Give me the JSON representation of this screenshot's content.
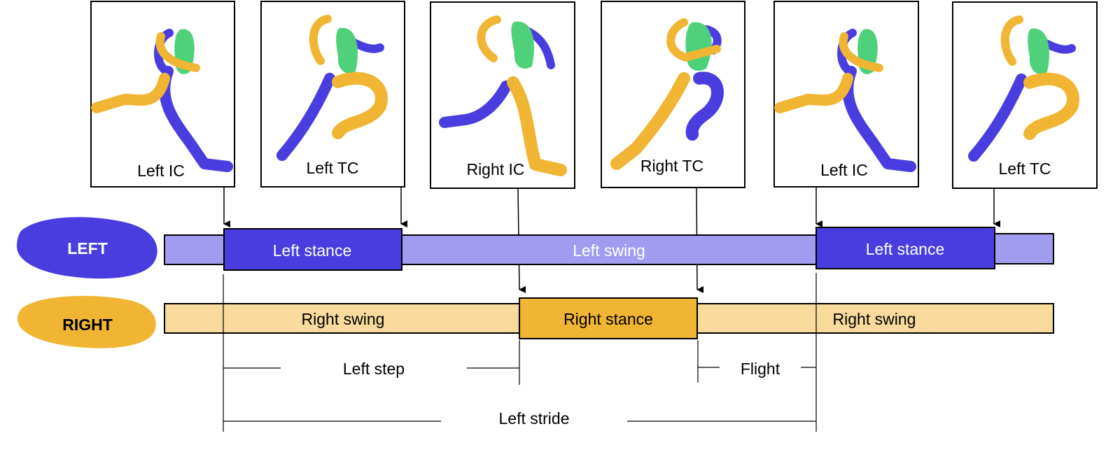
{
  "colors": {
    "left_dark": "#4a3de0",
    "left_light": "#a29cf0",
    "right_dark": "#f0b532",
    "right_light": "#f7da9c",
    "torso": "#4fd07a",
    "ink": "#000000",
    "white": "#ffffff"
  },
  "feet": {
    "left": {
      "label": "LEFT"
    },
    "right": {
      "label": "RIGHT"
    }
  },
  "panels": [
    {
      "caption": "Left IC",
      "pose": "left-ic"
    },
    {
      "caption": "Left TC",
      "pose": "left-tc"
    },
    {
      "caption": "Right IC",
      "pose": "right-ic"
    },
    {
      "caption": "Right TC",
      "pose": "right-tc"
    },
    {
      "caption": "Left IC",
      "pose": "left-ic"
    },
    {
      "caption": "Left TC",
      "pose": "left-tc"
    }
  ],
  "bars": {
    "left": [
      {
        "label": "",
        "phase": "swing"
      },
      {
        "label": "Left stance",
        "phase": "stance"
      },
      {
        "label": "Left swing",
        "phase": "swing"
      },
      {
        "label": "Left stance",
        "phase": "stance"
      },
      {
        "label": "",
        "phase": "swing"
      }
    ],
    "right": [
      {
        "label": "Right swing",
        "phase": "swing"
      },
      {
        "label": "Right stance",
        "phase": "stance"
      },
      {
        "label": "Right swing",
        "phase": "swing"
      }
    ]
  },
  "intervals": {
    "left_step": "Left step",
    "flight": "Flight",
    "left_stride": "Left stride"
  }
}
